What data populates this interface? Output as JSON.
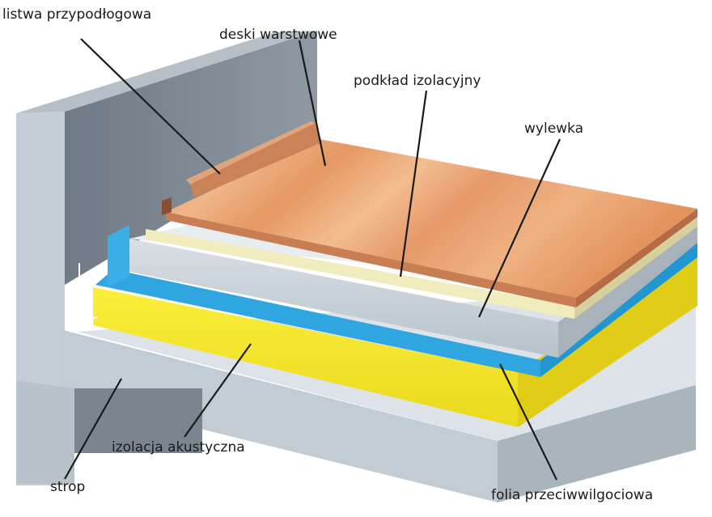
{
  "labels": {
    "baseboard": "listwa przypodłogowa",
    "layered_boards": "deski warstwowe",
    "insulating_underlay": "podkład izolacyjny",
    "screed": "wylewka",
    "acoustic_insulation": "izolacja akustyczna",
    "slab": "strop",
    "moisture_foil": "folia przeciwwilgociowa"
  },
  "colors": {
    "wall": "#7d8893",
    "slab": "#c5cfd6",
    "acoustic_insulation": "#f2e62a",
    "membrane": "#39b0e6",
    "screed": "#c9d2d8",
    "underlay": "#efeab8",
    "wood": "#e9a16c",
    "baseboard": "#c98157",
    "leader_line": "#1a1a1a"
  }
}
